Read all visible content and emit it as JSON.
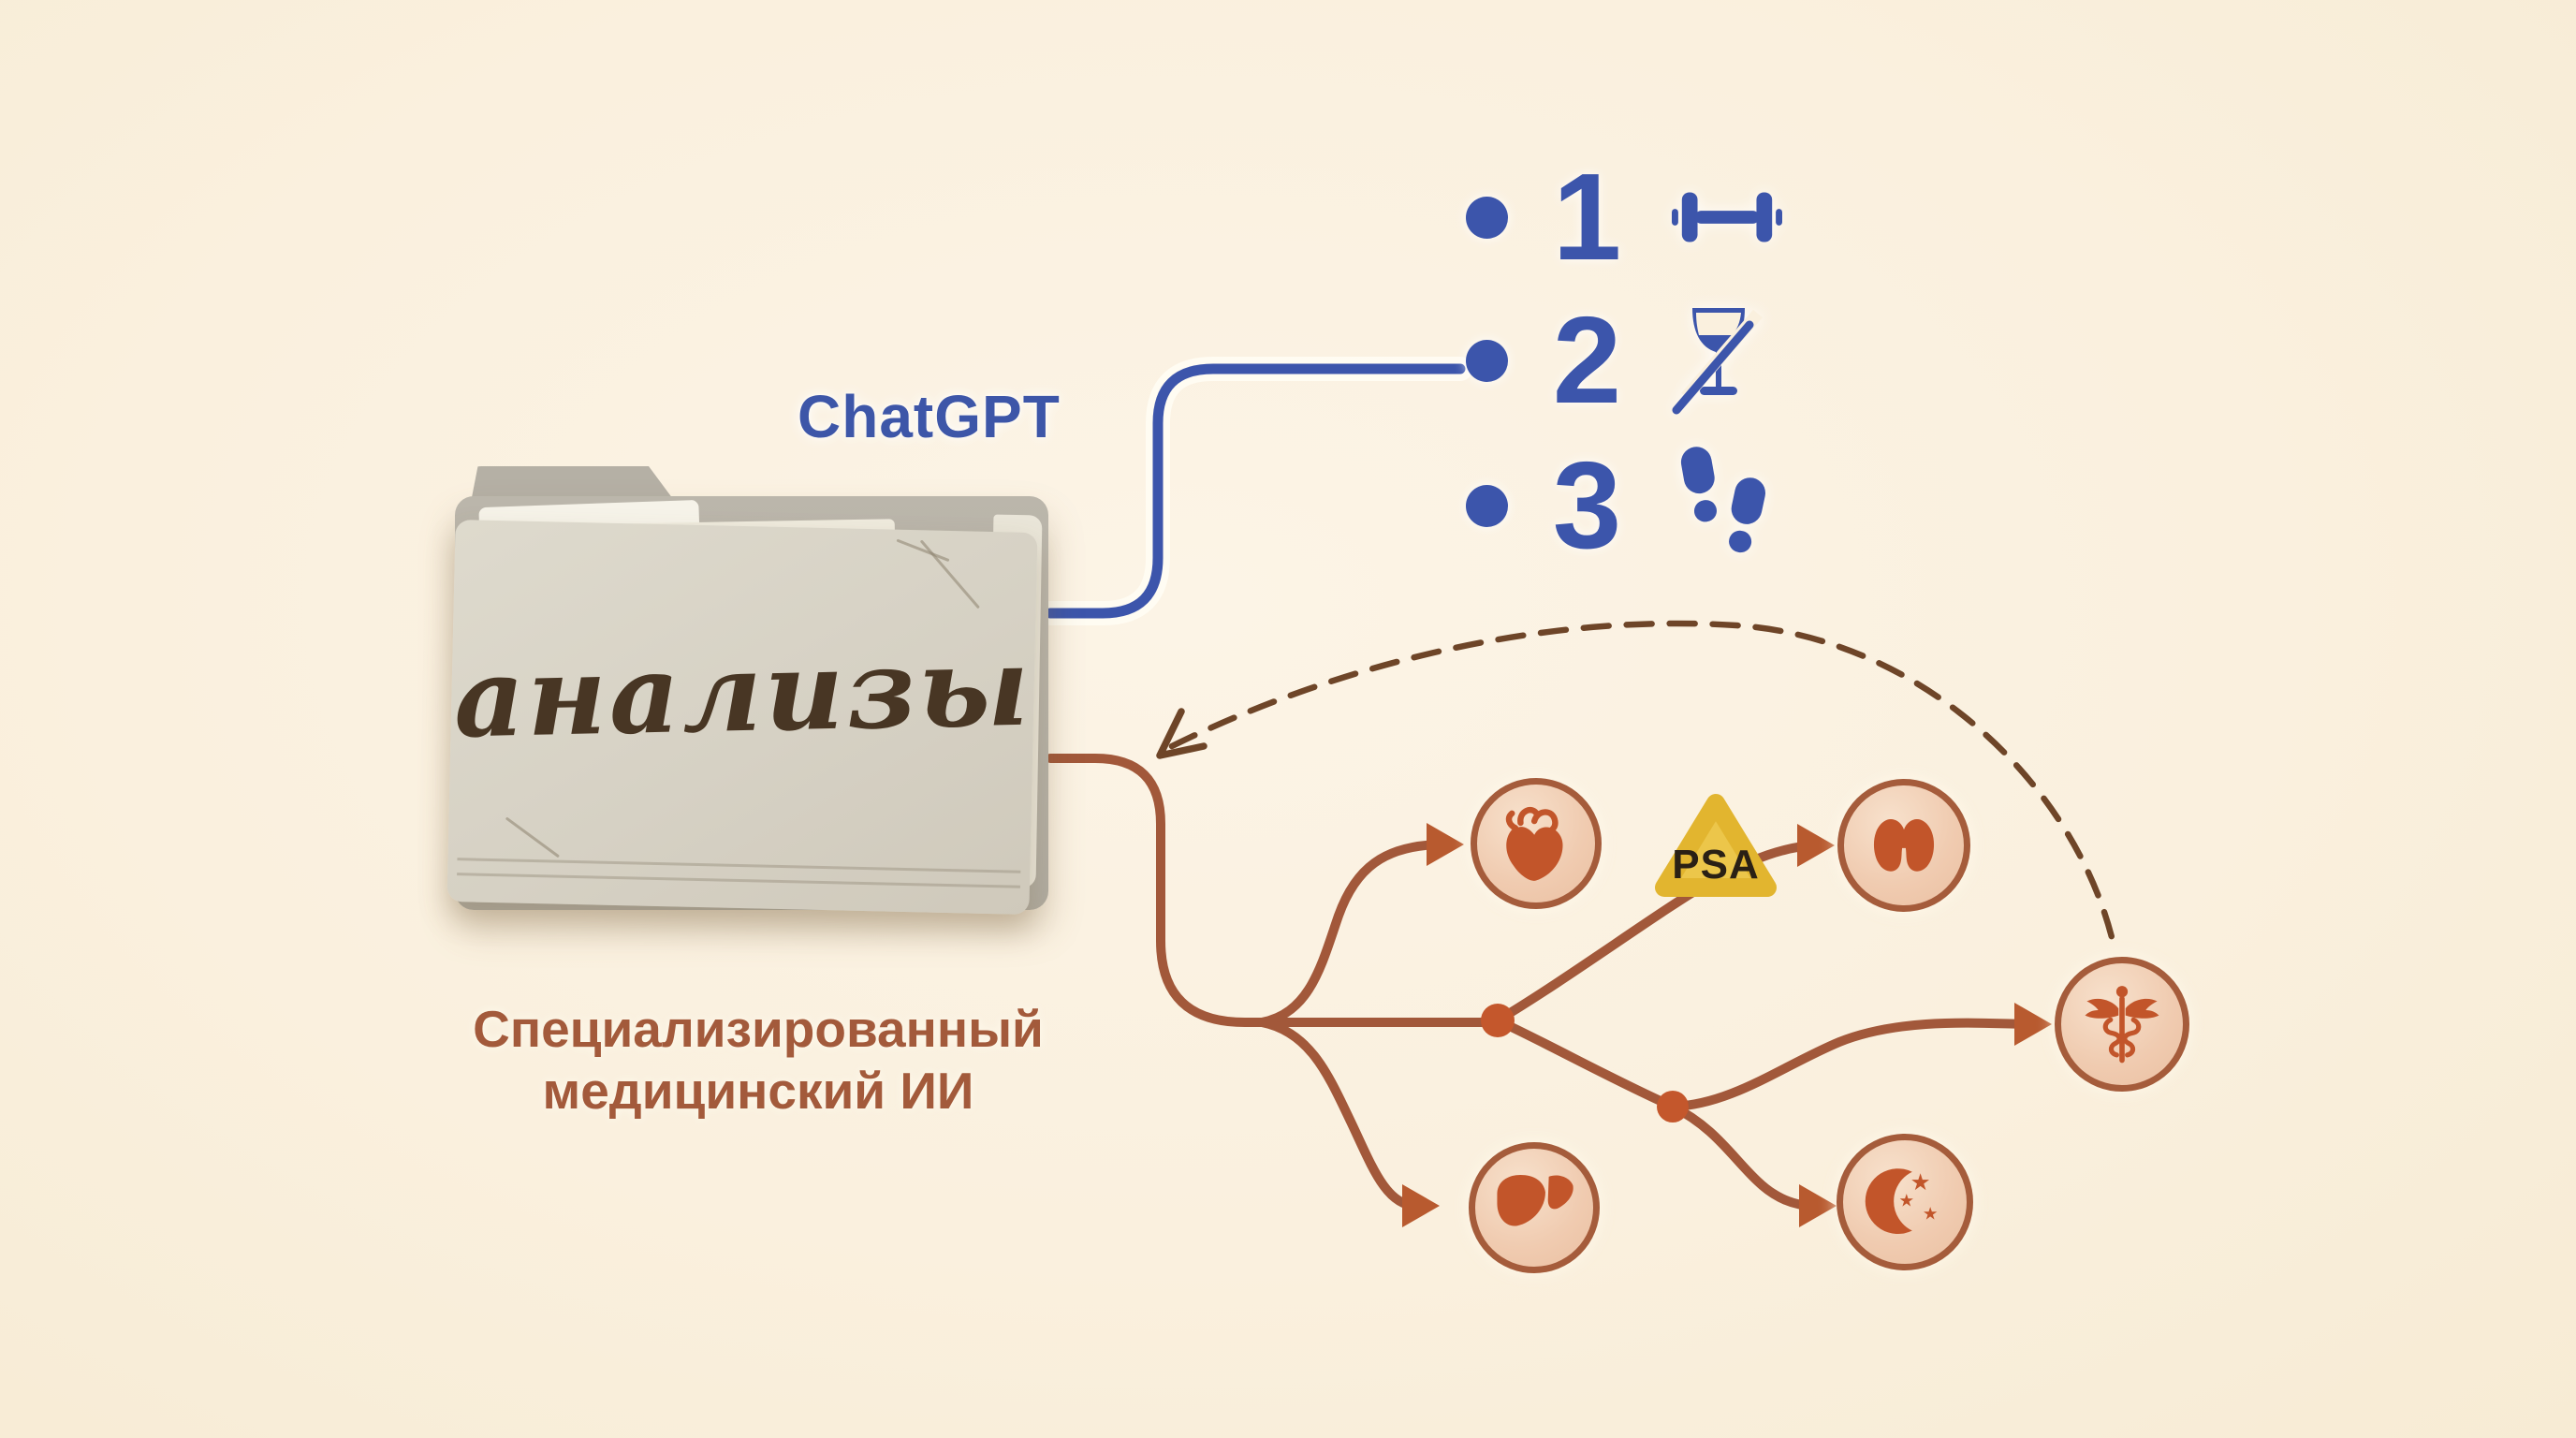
{
  "chatgpt_label": "ChatGPT",
  "folder": {
    "label": "анализы"
  },
  "caption": {
    "line1": "Специализированный",
    "line2": "медицинский ИИ"
  },
  "psa_label": "PSA",
  "recommendations": {
    "items": [
      {
        "number": "1",
        "icon": "dumbbell-icon"
      },
      {
        "number": "2",
        "icon": "no-alcohol-icon"
      },
      {
        "number": "3",
        "icon": "footsteps-icon"
      }
    ]
  },
  "nodes": [
    {
      "id": "heart",
      "icon": "heart-icon"
    },
    {
      "id": "thyroid",
      "icon": "thyroid-icon"
    },
    {
      "id": "liver",
      "icon": "liver-icon"
    },
    {
      "id": "sleep",
      "icon": "moon-stars-icon"
    },
    {
      "id": "medical",
      "icon": "caduceus-icon"
    }
  ],
  "glyphs": {
    "star": "★"
  },
  "colors": {
    "blue": "#3C55AB",
    "blue_text": "#3D56A8",
    "line": "#A2583A",
    "arrow": "#B85A2F",
    "dot": "#C4572C",
    "icon": "#C2552A",
    "node_border": "#A55C3B",
    "node_fill": "#F0CBB0",
    "node_fill_light": "#F7E1CC",
    "dashed": "#6E4528",
    "psa_fill": "#ECC64A",
    "psa_edge": "#E2B52F",
    "psa_text": "#2A2015",
    "caption": "#A35A3B",
    "folder_back": "#B5B0A5",
    "folder_label": "#483624"
  }
}
